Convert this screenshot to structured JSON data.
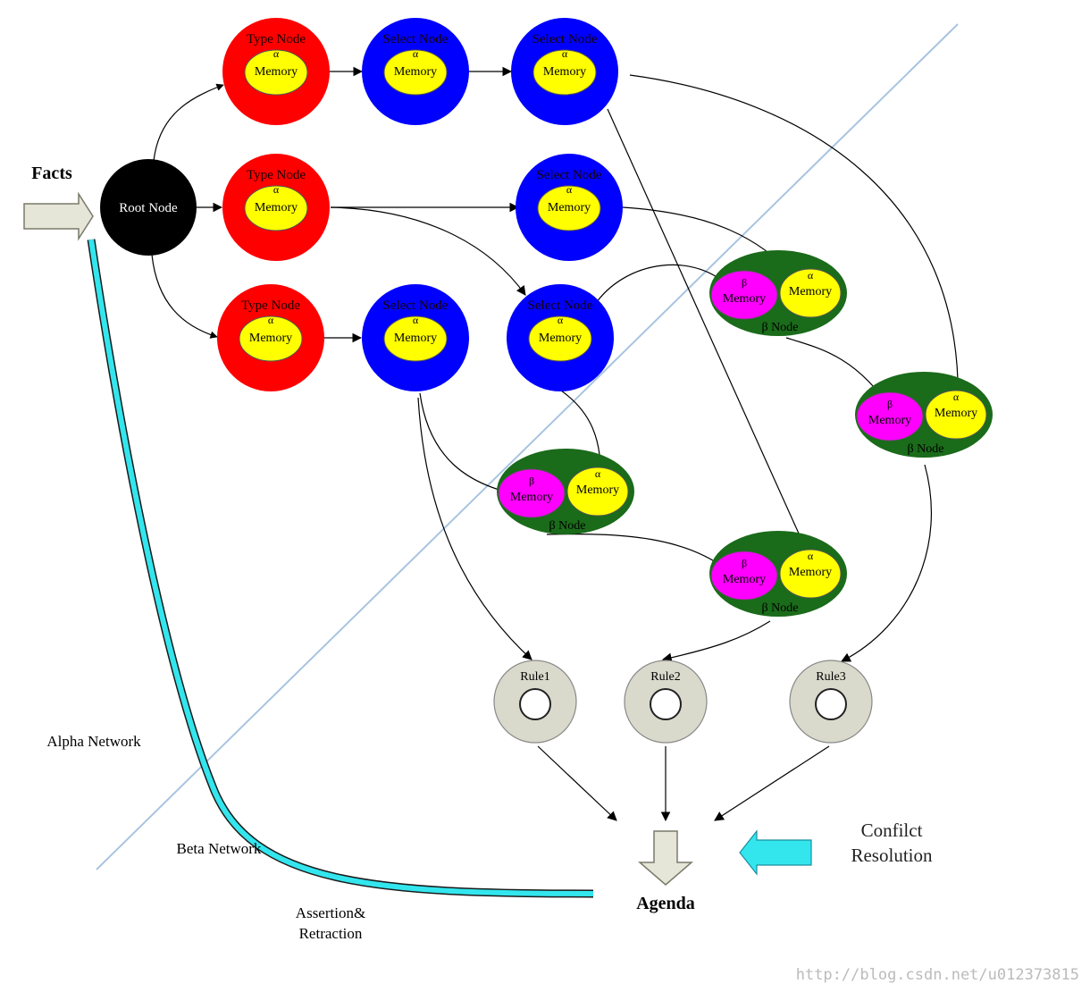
{
  "inputs": {
    "facts": "Facts",
    "root_node": "Root Node"
  },
  "alpha_nodes": [
    {
      "id": "a1",
      "label": "Type Node",
      "greek": "α",
      "memory": "Memory",
      "color": "#ff0000"
    },
    {
      "id": "a2",
      "label": "Select Node",
      "greek": "α",
      "memory": "Memory",
      "color": "#0000ff"
    },
    {
      "id": "a3",
      "label": "Select Node",
      "greek": "α",
      "memory": "Memory",
      "color": "#0000ff"
    },
    {
      "id": "a4",
      "label": "Type Node",
      "greek": "α",
      "memory": "Memory",
      "color": "#ff0000"
    },
    {
      "id": "a5",
      "label": "Select Node",
      "greek": "α",
      "memory": "Memory",
      "color": "#0000ff"
    },
    {
      "id": "a6",
      "label": "Type Node",
      "greek": "α",
      "memory": "Memory",
      "color": "#ff0000"
    },
    {
      "id": "a7",
      "label": "Select Node",
      "greek": "α",
      "memory": "Memory",
      "color": "#0000ff"
    },
    {
      "id": "a8",
      "label": "Select Node",
      "greek": "α",
      "memory": "Memory",
      "color": "#0000ff"
    }
  ],
  "beta_nodes": [
    {
      "id": "b1",
      "label": "β Node",
      "left_greek": "β",
      "left_memory": "Memory",
      "right_greek": "α",
      "right_memory": "Memory"
    },
    {
      "id": "b2",
      "label": "β Node",
      "left_greek": "β",
      "left_memory": "Memory",
      "right_greek": "α",
      "right_memory": "Memory"
    },
    {
      "id": "b3",
      "label": "β Node",
      "left_greek": "β",
      "left_memory": "Memory",
      "right_greek": "α",
      "right_memory": "Memory"
    },
    {
      "id": "b4",
      "label": "β Node",
      "left_greek": "β",
      "left_memory": "Memory",
      "right_greek": "α",
      "right_memory": "Memory"
    }
  ],
  "rules": [
    {
      "id": "r1",
      "label": "Rule1"
    },
    {
      "id": "r2",
      "label": "Rule2"
    },
    {
      "id": "r3",
      "label": "Rule3"
    }
  ],
  "labels": {
    "alpha_network": "Alpha Network",
    "beta_network": "Beta Network",
    "assertion_line1": "Assertion&",
    "assertion_line2": "Retraction",
    "agenda": "Agenda",
    "conflict_line1": "Confilct",
    "conflict_line2": "Resolution",
    "watermark": "http://blog.csdn.net/u012373815"
  },
  "colors": {
    "type_node": "#ff0000",
    "select_node": "#0000ff",
    "alpha_memory": "#ffff00",
    "beta_memory": "#ff00ff",
    "beta_node": "#1a6b1a",
    "root_node": "#000000",
    "rule": "#d9d9cc",
    "feedback": "#33e6ee",
    "divider": "#a8c4e0"
  }
}
